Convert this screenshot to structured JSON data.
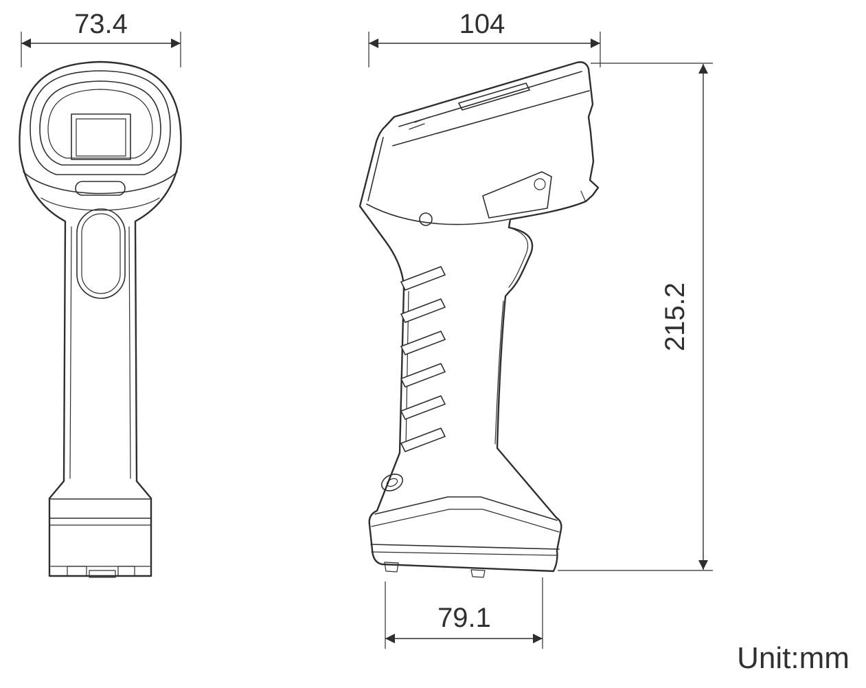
{
  "drawing": {
    "line_color": "#2e2e2e",
    "unit_label": "Unit:mm",
    "dims": {
      "front_width": "73.4",
      "side_depth": "104",
      "overall_height": "215.2",
      "base_depth": "79.1"
    }
  }
}
